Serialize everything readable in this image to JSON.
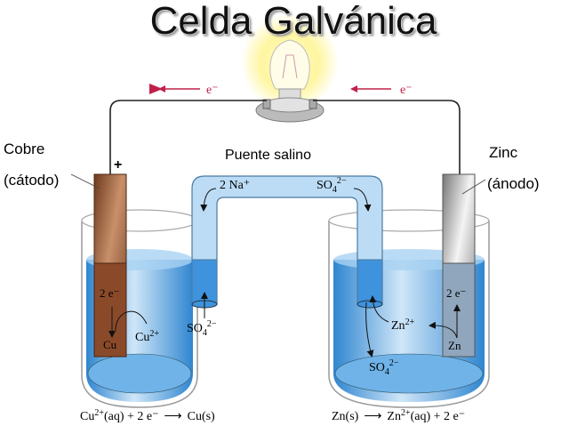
{
  "title": "Celda Galvánica",
  "electron_label": "e⁻",
  "left_electrode": {
    "name": "Cobre",
    "role": "(cátodo)",
    "sign": "+",
    "metal": "Cu",
    "ion": "Cu",
    "ion_charge": "2+",
    "electrons": "2 e⁻"
  },
  "right_electrode": {
    "name": "Zinc",
    "role": "(ánodo)",
    "metal": "Zn",
    "ion": "Zn",
    "ion_charge": "2+",
    "electrons": "2 e⁻"
  },
  "salt_bridge": {
    "label": "Puente salino",
    "cation": "2 Na⁺",
    "anion": "SO",
    "anion_sub": "4",
    "anion_charge": "2−"
  },
  "left_reaction": {
    "part1": "Cu",
    "sup": "2+",
    "part2": "(aq) + 2 e⁻",
    "arrow": "⟶",
    "product": "Cu(s)"
  },
  "right_reaction": {
    "reactant": "Zn(s)",
    "arrow": "⟶",
    "part1": "Zn",
    "sup": "2+",
    "part2": "(aq) + 2 e⁻"
  },
  "colors": {
    "copper": "#8a4a2a",
    "zinc": "#9aa0a8",
    "solution": "#4a9ee0",
    "arrow": "#c0204a",
    "glow": "#fff27a"
  }
}
